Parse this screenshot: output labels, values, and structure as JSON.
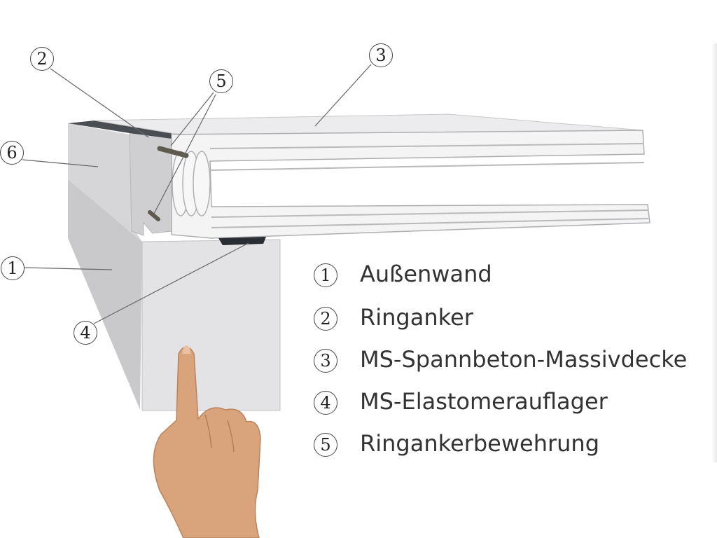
{
  "callouts": [
    {
      "number": "1"
    },
    {
      "number": "2"
    },
    {
      "number": "3"
    },
    {
      "number": "4"
    },
    {
      "number": "5"
    },
    {
      "number": "6"
    }
  ],
  "legend": [
    {
      "number": "1",
      "label": "Außenwand"
    },
    {
      "number": "2",
      "label": "Ringanker"
    },
    {
      "number": "3",
      "label": "MS-Spannbeton-Massivdecke"
    },
    {
      "number": "4",
      "label": "MS-Elastomerauflager"
    },
    {
      "number": "5",
      "label": "Ringankerbewehrung"
    }
  ],
  "colors": {
    "concrete_light": "#e4e4e6",
    "concrete_mid": "#d2d2d4",
    "concrete_dark": "#bdbdc0",
    "slab": "#f1f1f2",
    "elastomer": "#2a2d31",
    "rebar": "#5f5a4f",
    "skin": "#d9a47c"
  }
}
